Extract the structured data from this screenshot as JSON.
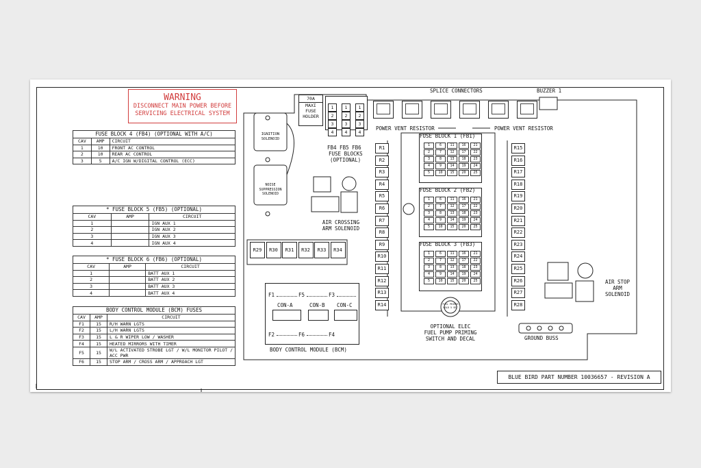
{
  "warning": {
    "title": "WARNING",
    "line1": "DISCONNECT MAIN POWER BEFORE",
    "line2": "SERVICING ELECTRICAL SYSTEM",
    "color": "#d13b3b"
  },
  "fb4_table": {
    "title": "FUSE BLOCK 4 (FB4) (OPTIONAL WITH A/C)",
    "headers": [
      "CAV",
      "AMP",
      "CIRCUIT"
    ],
    "rows": [
      [
        "1",
        "10",
        "FRONT AC CONTROL"
      ],
      [
        "2",
        "10",
        "REAR AC CONTROL"
      ],
      [
        "3",
        "5",
        "A/C IGN W/DIGITAL CONTROL (ECC)"
      ]
    ]
  },
  "fb5_table": {
    "title": "* FUSE BLOCK 5 (FB5) (OPTIONAL)",
    "headers": [
      "CAV",
      "AMP",
      "CIRCUIT"
    ],
    "rows": [
      [
        "1",
        "",
        "IGN AUX 1"
      ],
      [
        "2",
        "",
        "IGN AUX 2"
      ],
      [
        "3",
        "",
        "IGN AUX 3"
      ],
      [
        "4",
        "",
        "IGN AUX 4"
      ]
    ]
  },
  "fb6_table": {
    "title": "* FUSE BLOCK 6 (FB6) (OPTIONAL)",
    "headers": [
      "CAV",
      "AMP",
      "CIRCUIT"
    ],
    "rows": [
      [
        "1",
        "",
        "BATT AUX 1"
      ],
      [
        "2",
        "",
        "BATT AUX 2"
      ],
      [
        "3",
        "",
        "BATT AUX 3"
      ],
      [
        "4",
        "",
        "BATT AUX 4"
      ]
    ]
  },
  "bcm_table": {
    "title": "BODY CONTROL MODULE (BCM) FUSES",
    "headers": [
      "CAV",
      "AMP",
      "CIRCUIT"
    ],
    "rows": [
      [
        "F1",
        "15",
        "R/H WARN LGTS"
      ],
      [
        "F2",
        "15",
        "L/H WARN LGTS"
      ],
      [
        "F3",
        "15",
        "L & R WIPER LOW / WASHER"
      ],
      [
        "F4",
        "15",
        "HEATED MIRRORS WITH TIMER"
      ],
      [
        "F5",
        "15",
        "W/L ACTIVATED STROBE LGT / W/L MONITOR PILOT / ACC PWR"
      ],
      [
        "F6",
        "15",
        "STOP ARM / CROSS ARM / APPROACH LGT"
      ]
    ]
  },
  "labels": {
    "splice_connectors": "SPLICE CONNECTORS",
    "buzzer": "BUZZER 1",
    "maxi_fuse": [
      "70A",
      "MAXI",
      "FUSE",
      "HOLDER"
    ],
    "fb456": "FB4 FB5 FB6",
    "fuse_blocks": "FUSE BLOCKS",
    "optional": "(OPTIONAL)",
    "pvr_left": "POWER VENT RESISTOR",
    "pvr_right": "POWER VENT RESISTOR",
    "ignition_solenoid": [
      "IGNITION",
      "SOLENOID"
    ],
    "noise_solenoid": [
      "NOISE",
      "SUPPRESSION",
      "SOLENOID"
    ],
    "air_crossing": [
      "AIR CROSSING",
      "ARM SOLENOID"
    ],
    "air_stop": [
      "AIR STOP",
      "ARM",
      "SOLENOID"
    ],
    "fb1": "FUSE BLOCK 1 (FB1)",
    "fb2": "FUSE BLOCK 2 (FB2)",
    "fb3": "FUSE BLOCK 3 (FB3)",
    "fuel_pump": [
      "OPTIONAL ELEC",
      "FUEL PUMP PRIMING",
      "SWITCH AND DECAL"
    ],
    "fuel_primer_decal": [
      "FUEL PRIMER",
      "HOLD 5 SEC"
    ],
    "ground_buss": "GROUND BUSS",
    "bcm": "BODY CONTROL MODULE (BCM)",
    "bcm_fuses": [
      "F1",
      "F5",
      "F3",
      "F2",
      "F6",
      "F4"
    ],
    "connectors": [
      "CON-A",
      "CON-B",
      "CON-C"
    ],
    "part_number": "BLUE BIRD PART NUMBER 10036657 - REVISION A"
  },
  "mini_fuses": [
    {
      "rows": [
        "1",
        "2",
        "3",
        "4"
      ]
    },
    {
      "rows": [
        "1",
        "2",
        "3",
        "4"
      ]
    },
    {
      "rows": [
        "1",
        "2",
        "3",
        "4"
      ]
    }
  ],
  "relays_bottom": [
    "R29",
    "R30",
    "R31",
    "R32",
    "R33",
    "R34"
  ],
  "relays_left": [
    "R1",
    "R2",
    "R3",
    "R4",
    "R5",
    "R6",
    "R7",
    "R8",
    "R9",
    "R10",
    "R11",
    "R12",
    "R13",
    "R14"
  ],
  "relays_right": [
    "R15",
    "R16",
    "R17",
    "R18",
    "R19",
    "R20",
    "R21",
    "R22",
    "R23",
    "R24",
    "R25",
    "R26",
    "R27",
    "R28"
  ],
  "fuse_grid": [
    [
      "1",
      "6",
      "11",
      "16",
      "21"
    ],
    [
      "2",
      "7",
      "12",
      "17",
      "22"
    ],
    [
      "3",
      "8",
      "13",
      "18",
      "23"
    ],
    [
      "4",
      "9",
      "14",
      "19",
      "24"
    ],
    [
      "5",
      "10",
      "15",
      "20",
      "25"
    ]
  ]
}
